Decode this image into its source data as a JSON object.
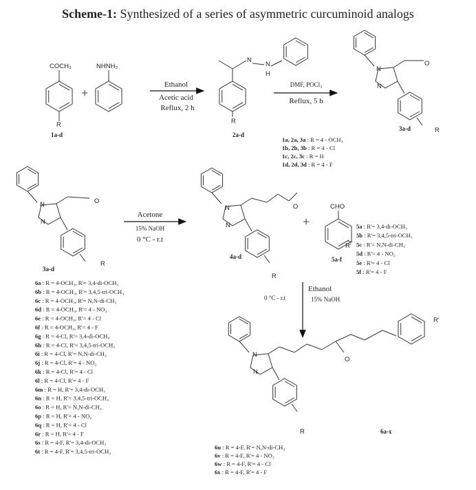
{
  "title": {
    "prefix": "Scheme-1:",
    "text": " Synthesized of a series of asymmetric curcuminoid analogs"
  },
  "step1": {
    "reagent1": "Ethanol",
    "reagent2": "Acetic acid",
    "conditions": "Reflux, 2 h"
  },
  "step2": {
    "reagent": "DMF, POCl₃",
    "conditions": "Reflux, 5 h"
  },
  "step3": {
    "reagent": "Acetone",
    "base": "15% NaOH",
    "temp": "0 °C - r.t"
  },
  "step4": {
    "reagent": "Ethanol",
    "temp": "0 °C - r.t",
    "base": "15% NaOH"
  },
  "compounds": {
    "c1": {
      "label": "1a-d",
      "group": "COCH₃",
      "r": "R"
    },
    "hydrazine": {
      "group": "NHNH₂"
    },
    "c2": {
      "label": "2a-d",
      "n": "N",
      "nh": "N",
      "h": "H",
      "r": "R"
    },
    "c3": {
      "label": "3a-d",
      "n1": "N",
      "n2": "N",
      "o": "O",
      "r": "R"
    },
    "c3b": {
      "label": "3a-d",
      "n1": "N",
      "n2": "N",
      "o": "O",
      "r": "R"
    },
    "c4": {
      "label": "4a-d",
      "n1": "N",
      "n2": "N",
      "o": "O",
      "r": "R"
    },
    "c5": {
      "label": "5a-f",
      "group": "CHO",
      "r": "R'"
    },
    "c6": {
      "label": "6a-x",
      "n1": "N",
      "n2": "N",
      "o": "O",
      "r": "R",
      "r2": "R'"
    }
  },
  "plus": "+",
  "legend1": [
    {
      "id": "1a, 2a, 3a",
      "desc": " : R = 4 - OCH₃"
    },
    {
      "id": "1b, 2b, 3b",
      "desc": " : R = 4 - Cl"
    },
    {
      "id": "1c, 2c, 3c",
      "desc": " : R = H"
    },
    {
      "id": "1d, 2d, 3d",
      "desc": " : R = 4 - F"
    }
  ],
  "legend5": [
    {
      "id": "5a",
      "desc": " : R'= 3,4-di-OCH₃"
    },
    {
      "id": "5b",
      "desc": " : R'= 3,4,5-tri-OCH₃"
    },
    {
      "id": "5c",
      "desc": " : R'= N,N-di-CH₃"
    },
    {
      "id": "5d",
      "desc": " : R'= 4 - NO₂"
    },
    {
      "id": "5e",
      "desc": " : R'= 4 - Cl"
    },
    {
      "id": "5f",
      "desc": " : R'= 4 - F"
    }
  ],
  "legend6": [
    {
      "id": "6a",
      "desc": " : R = 4-OCH₃, R'= 3,4-di-OCH₃"
    },
    {
      "id": "6b",
      "desc": " : R = 4-OCH₃, R'= 3,4,5-tri-OCH₃"
    },
    {
      "id": "6c",
      "desc": " : R = 4-OCH₃, R'= N,N-di-CH₃"
    },
    {
      "id": "6d",
      "desc": " : R = 4-OCH₃, R'= 4 - NO₂"
    },
    {
      "id": "6e",
      "desc": " : R = 4-OCH₃, R'= 4 - Cl"
    },
    {
      "id": "6f",
      "desc": " : R = 4-OCH₃, R'= 4 - F"
    },
    {
      "id": "6g",
      "desc": " : R = 4-Cl, R'= 3,4-di-OCH₃"
    },
    {
      "id": "6h",
      "desc": " : R = 4-Cl, R'= 3,4,5-tri-OCH₃"
    },
    {
      "id": "6i",
      "desc": " : R = 4-Cl, R'= N,N-di-CH₃"
    },
    {
      "id": "6j",
      "desc": " : R = 4-Cl, R'= 4 - NO₂"
    },
    {
      "id": "6k",
      "desc": " : R = 4-Cl, R'= 4 - Cl"
    },
    {
      "id": "6l",
      "desc": " : R = 4-Cl, R'= 4 - F"
    },
    {
      "id": "6m",
      "desc": " : R = H, R'= 3,4-di-OCH₃"
    },
    {
      "id": "6n",
      "desc": " : R = H, R'= 3,4,5-tri-OCH₃"
    },
    {
      "id": "6o",
      "desc": " : R = H, R'= N,N-di-CH₃"
    },
    {
      "id": "6p",
      "desc": " : R = H, R'= 4 - NO₂"
    },
    {
      "id": "6q",
      "desc": " : R = H, R'= 4 - Cl"
    },
    {
      "id": "6r",
      "desc": " : R = H, R'= 4 - F"
    },
    {
      "id": "6s",
      "desc": " : R = 4-F, R'= 3,4-di-OCH₃"
    },
    {
      "id": "6t",
      "desc": " : R = 4-F, R'= 3,4,5-tri-OCH₃"
    }
  ],
  "legend6b": [
    {
      "id": "6u",
      "desc": " : R = 4-F, R'= N,N-di-CH₃"
    },
    {
      "id": "6v",
      "desc": " : R = 4-F, R'= 4 - NO₂"
    },
    {
      "id": "6w",
      "desc": " : R = 4-F, R'= 4 - Cl"
    },
    {
      "id": "6x",
      "desc": " : R = 4-F, R'= 4 - F"
    }
  ]
}
